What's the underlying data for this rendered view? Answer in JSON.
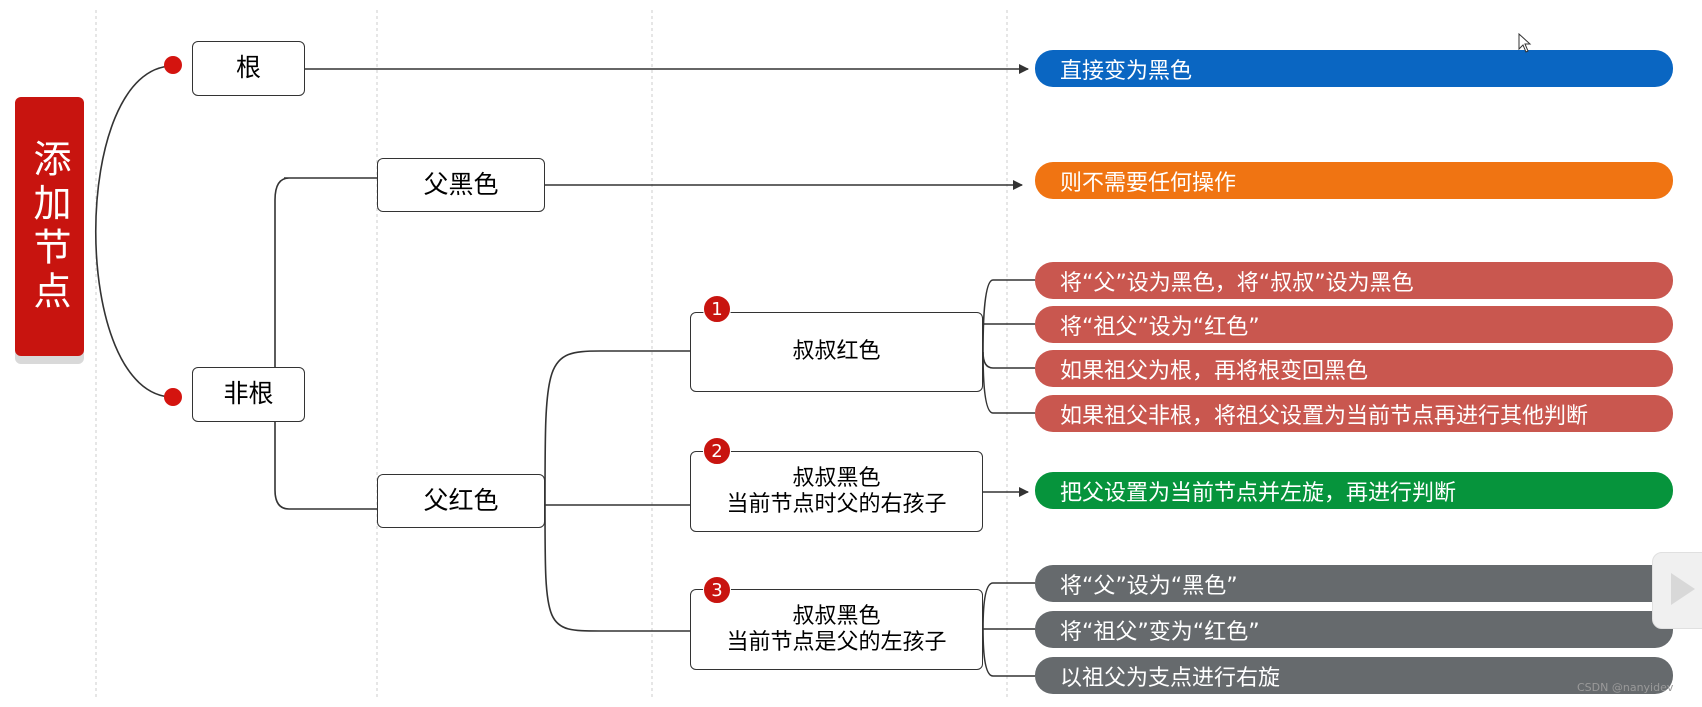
{
  "title": "添加节点",
  "nodes": {
    "root": "根",
    "nonroot": "非根",
    "parent_black": "父黑色",
    "parent_red": "父红色",
    "case1": "叔叔红色",
    "case2": {
      "line1": "叔叔黑色",
      "line2": "当前节点时父的右孩子"
    },
    "case3": {
      "line1": "叔叔黑色",
      "line2": "当前节点是父的左孩子"
    }
  },
  "badges": [
    "1",
    "2",
    "3"
  ],
  "actions": {
    "root": "直接变为黑色",
    "parent_black": "则不需要任何操作",
    "case1": [
      "将“父”设为黑色，将“叔叔”设为黑色",
      "将“祖父”设为“红色”",
      "如果祖父为根，再将根变回黑色",
      "如果祖父非根，将祖父设置为当前节点再进行其他判断"
    ],
    "case2": "把父设置为当前节点并左旋，再进行判断",
    "case3": [
      "将“父”设为“黑色”",
      "将“祖父”变为“红色”",
      "以祖父为支点进行右旋"
    ]
  },
  "colors": {
    "title_bg": "#c8140f",
    "blue": "#0a66c2",
    "orange": "#f07412",
    "red": "#c9574f",
    "green": "#06943c",
    "gray": "#666a6d"
  },
  "watermark": "CSDN @nanyidev"
}
